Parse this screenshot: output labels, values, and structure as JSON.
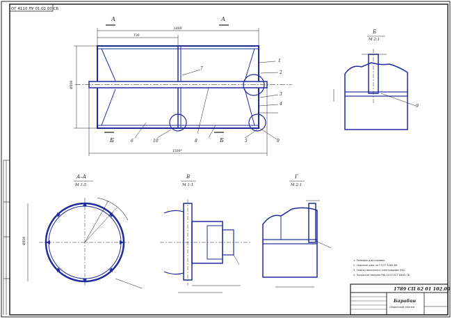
{
  "drawing": {
    "code_stamp": "ОГ 4110 ЛУ 01.02.00 СБ",
    "designation": "1789 СП 62 01 102.00 СБ",
    "name": "Барабан",
    "subtitle": "Сборочный чертеж"
  },
  "main_view": {
    "section_a_left": "А",
    "section_a_right": "А",
    "section_b_left": "Б",
    "section_b_right": "Б",
    "dim_top_outer": "1400",
    "dim_top_inner": "730",
    "dim_height": "Ø508",
    "dim_bottom": "1500*",
    "part_numbers": [
      "1",
      "2",
      "3",
      "4",
      "5",
      "6",
      "7",
      "8",
      "9",
      "10"
    ]
  },
  "views": {
    "view_b": {
      "letter": "Б",
      "scale": "М 2:1"
    },
    "view_aa": {
      "letter": "А–А",
      "scale": "М 1:5"
    },
    "view_v": {
      "letter": "В",
      "scale": "М 1:1"
    },
    "view_g": {
      "letter": "Г",
      "scale": "М 2:1"
    }
  },
  "notes": {
    "n1": "1. Размеры для справок.",
    "n2": "2. Сварные швы по ГОСТ 5264-80.",
    "n3": "3. Сварку выполнять электродами Э42.",
    "n4": "4. Покрытие эмалью ПФ-115 ГОСТ 6465-76."
  },
  "colors": {
    "line": "#1a1a1a",
    "accent": "#1f2a9a",
    "frame": "#222222"
  }
}
